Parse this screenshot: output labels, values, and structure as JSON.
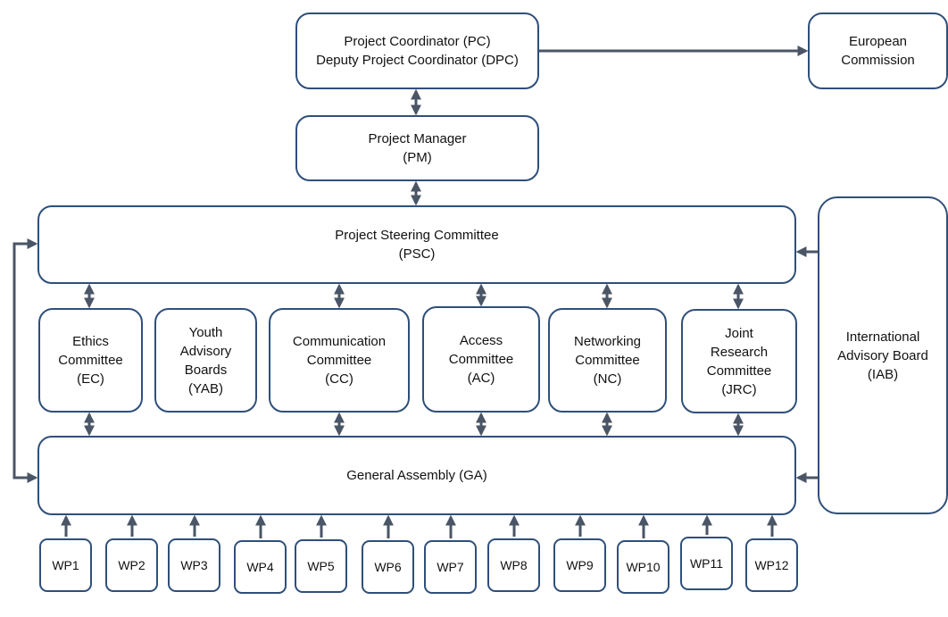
{
  "colors": {
    "border": "#2f4f7a",
    "arrow": "#4a5566",
    "text": "#111111",
    "background": "#ffffff"
  },
  "boxes": {
    "pc": {
      "lines": [
        "Project Coordinator (PC)",
        "Deputy Project Coordinator (DPC)"
      ]
    },
    "ec_commission": {
      "lines": [
        "European",
        "Commission"
      ]
    },
    "pm": {
      "lines": [
        "Project Manager",
        "(PM)"
      ]
    },
    "psc": {
      "lines": [
        "Project Steering Committee",
        "(PSC)"
      ]
    },
    "iab": {
      "lines": [
        "International",
        "Advisory Board",
        "(IAB)"
      ]
    },
    "ethics": {
      "lines": [
        "Ethics",
        "Committee",
        "(EC)"
      ]
    },
    "yab": {
      "lines": [
        "Youth",
        "Advisory",
        "Boards",
        "(YAB)"
      ]
    },
    "cc": {
      "lines": [
        "Communication",
        "Committee",
        "(CC)"
      ]
    },
    "ac": {
      "lines": [
        "Access",
        "Committee",
        "(AC)"
      ]
    },
    "nc": {
      "lines": [
        "Networking",
        "Committee",
        "(NC)"
      ]
    },
    "jrc": {
      "lines": [
        "Joint",
        "Research",
        "Committee",
        "(JRC)"
      ]
    },
    "ga": {
      "lines": [
        "General Assembly (GA)"
      ]
    }
  },
  "work_packages": [
    "WP1",
    "WP2",
    "WP3",
    "WP4",
    "WP5",
    "WP6",
    "WP7",
    "WP8",
    "WP9",
    "WP10",
    "WP11",
    "WP12"
  ]
}
